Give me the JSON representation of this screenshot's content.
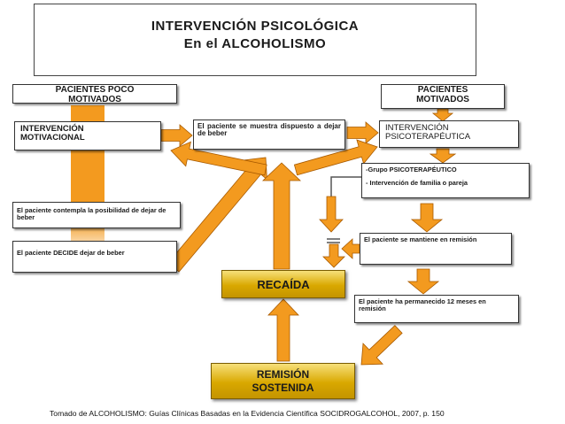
{
  "title_line1": "INTERVENCIÓN PSICOLÓGICA",
  "title_line2": "En el ALCOHOLISMO",
  "left_header": "PACIENTES POCO MOTIVADOS",
  "right_header": "PACIENTES MOTIVADOS",
  "motivational": "INTERVENCIÓN MOTIVACIONAL",
  "willing": "El paciente se muestra dispuesto a dejar de beber",
  "psychotherapy": "INTERVENCIÓN PSICOTERAPÉUTICA",
  "group_line1": "-Grupo PSICOTERAPÉUTICO",
  "group_line2": "- Intervención de familia o pareja",
  "contemplates": "El paciente contempla la posibilidad de dejar de beber",
  "decides": "El paciente DECIDE dejar de beber",
  "maintains": "El paciente se mantiene en remisión",
  "relapse": "RECAÍDA",
  "twelve_months": "El paciente ha permanecido 12 meses en remisión",
  "remission_line1": "REMISIÓN",
  "remission_line2": "SOSTENIDA",
  "footer": "Tomado de ALCOHOLISMO: Guías Clínicas Basadas en la Evidencia Científica SOCIDROGALCOHOL, 2007, p. 150",
  "colors": {
    "arrow": "#f39a1f",
    "arrow_stroke": "#a85a00",
    "gold_top": "#f7e07a",
    "gold_bottom": "#c49400"
  }
}
